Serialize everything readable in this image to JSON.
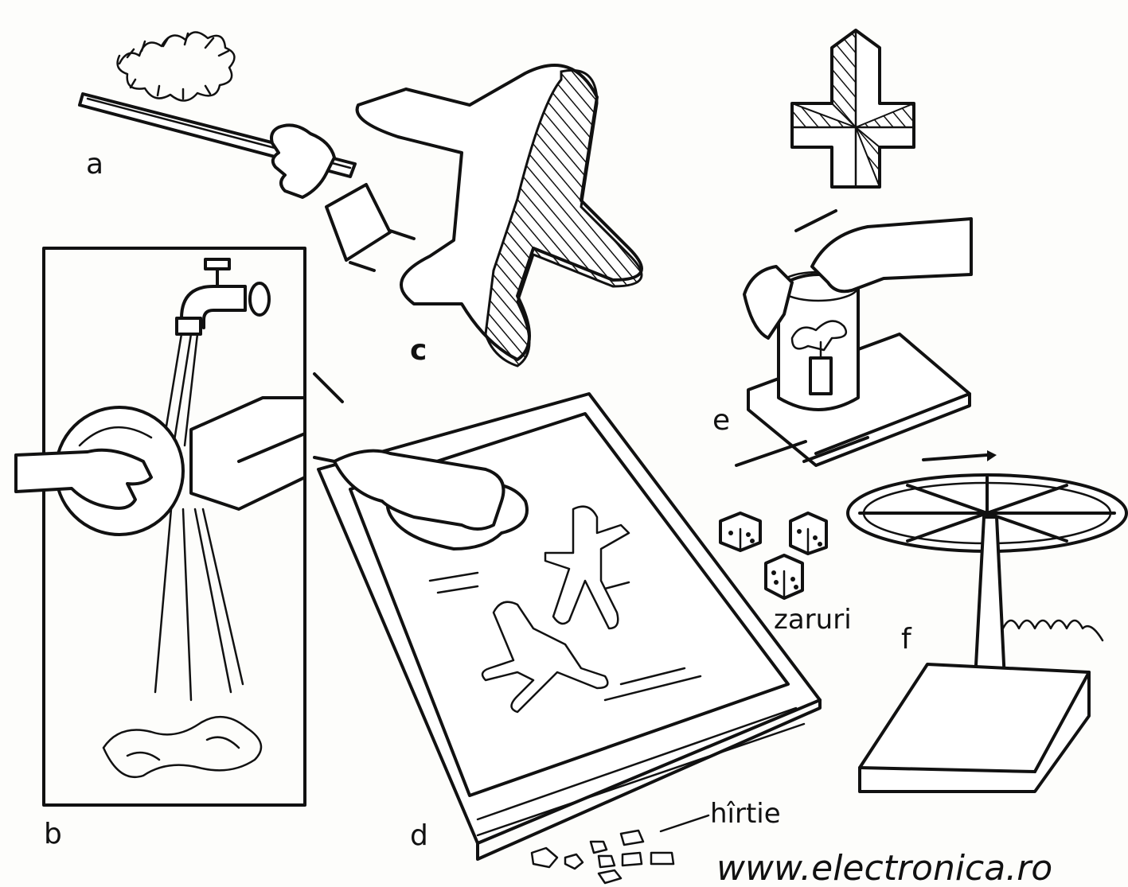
{
  "labels": {
    "a": "a",
    "b": "b",
    "c": "c",
    "d": "d",
    "e": "e",
    "f": "f"
  },
  "annotations": {
    "dice": "zaruri",
    "paper": "hîrtie"
  },
  "watermark": "www.electronica.ro"
}
